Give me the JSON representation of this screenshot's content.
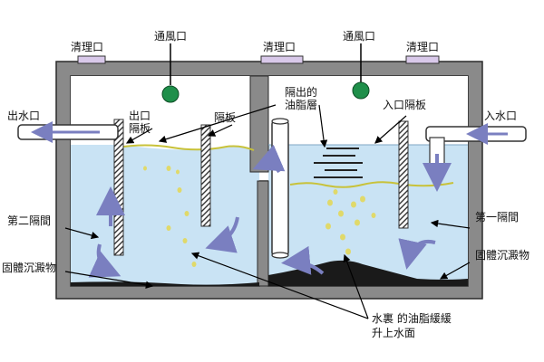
{
  "labels": {
    "cleanout_left": "清理口",
    "vent_left": "通風口",
    "cleanout_mid": "清理口",
    "vent_right": "通風口",
    "cleanout_right": "清理口",
    "outlet": "出水口",
    "inlet": "入水口",
    "outlet_baffle_line1": "出口",
    "outlet_baffle_line2": "隔板",
    "baffle": "隔板",
    "separated_grease_line1": "隔出的",
    "separated_grease_line2": "油脂層",
    "inlet_baffle": "入口隔板",
    "second_compartment": "第二隔間",
    "first_compartment": "第一隔間",
    "solid_sediment_left": "固體沉澱物",
    "solid_sediment_right": "固體沉澱物",
    "grease_rises_line1": "水裏 的油脂緩緩",
    "grease_rises_line2": "升上水面"
  },
  "colors": {
    "tank_wall": "#8a8a8a",
    "wall_edge": "#2a2a2a",
    "water": "#c9e3f4",
    "grease_line": "#c8c23a",
    "sediment": "#1a1a1a",
    "flow_arrow": "#7a7fc0",
    "vent_cap": "#1f8f4a",
    "cleanout_cap": "#d9c9ea",
    "bubble": "#e0d96a"
  }
}
